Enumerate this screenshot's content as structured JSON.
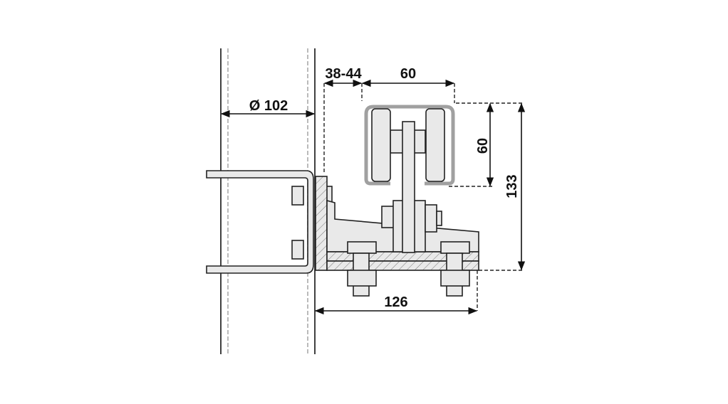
{
  "dimensions": {
    "post_diameter": "Ø 102",
    "offset_range": "38-44",
    "rail_width": "60",
    "rail_height": "60",
    "total_height": "133",
    "bracket_depth": "126"
  },
  "colors": {
    "line": "#111111",
    "rail": "#a0a0a0",
    "fill": "#e9e9e9"
  }
}
